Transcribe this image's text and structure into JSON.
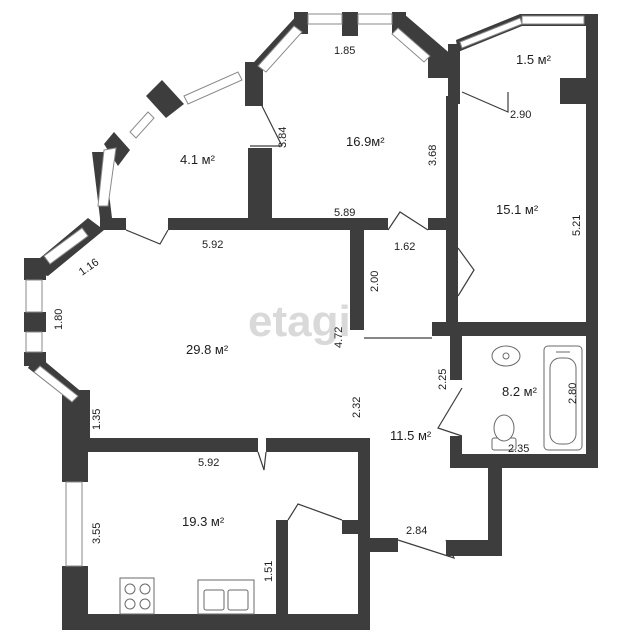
{
  "watermark": "etagi",
  "rooms": [
    {
      "area": "1.5 м²"
    },
    {
      "area": "16.9м²"
    },
    {
      "area": "4.1 м²"
    },
    {
      "area": "15.1 м²"
    },
    {
      "area": "29.8 м²"
    },
    {
      "area": "8.2 м²"
    },
    {
      "area": "11.5 м²"
    },
    {
      "area": "19.3 м²"
    }
  ],
  "dimensions": [
    {
      "text": "1.85"
    },
    {
      "text": "2.90"
    },
    {
      "text": "3.84"
    },
    {
      "text": "3.68"
    },
    {
      "text": "5.89"
    },
    {
      "text": "5.21"
    },
    {
      "text": "5.92"
    },
    {
      "text": "1.62"
    },
    {
      "text": "1.16"
    },
    {
      "text": "2.00"
    },
    {
      "text": "1.80"
    },
    {
      "text": "4.72"
    },
    {
      "text": "2.25"
    },
    {
      "text": "2.80"
    },
    {
      "text": "1.35"
    },
    {
      "text": "2.32"
    },
    {
      "text": "2.35"
    },
    {
      "text": "5.92"
    },
    {
      "text": "3.55"
    },
    {
      "text": "2.84"
    },
    {
      "text": "1.51"
    }
  ]
}
